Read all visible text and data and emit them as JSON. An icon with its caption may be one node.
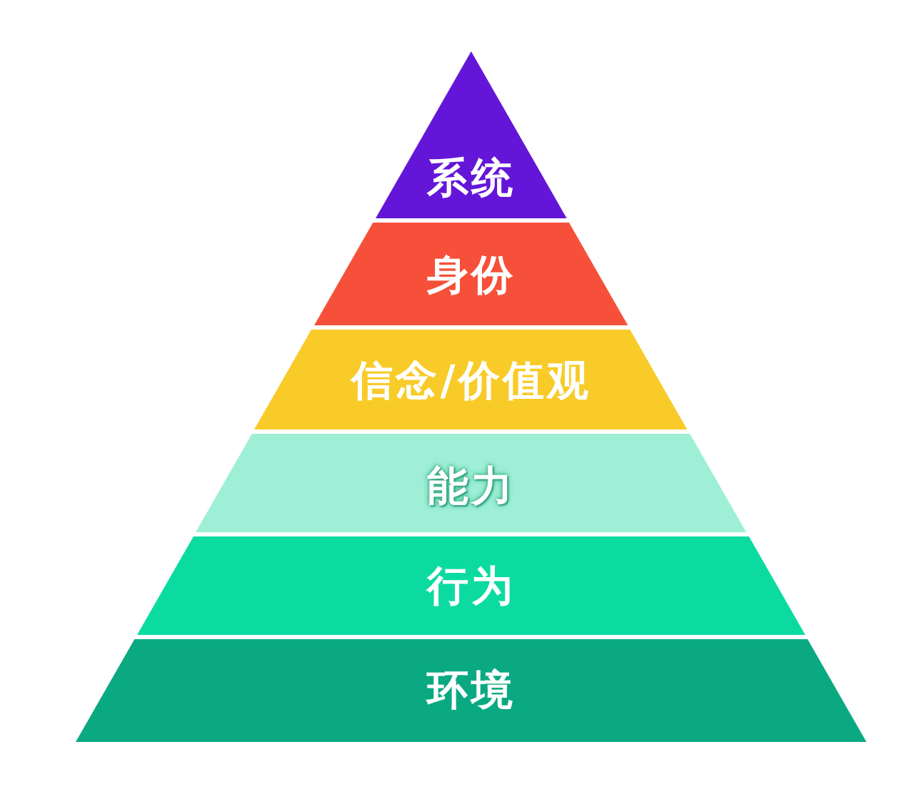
{
  "diagram": {
    "nodes": [
      {
        "text": [
          "系统"
        ]
      },
      {
        "text": [
          "身份"
        ]
      },
      {
        "text": [
          "信念/价值观"
        ]
      },
      {
        "text": [
          "能力"
        ]
      },
      {
        "text": [
          "行为"
        ]
      },
      {
        "text": [
          "环境"
        ]
      }
    ]
  }
}
